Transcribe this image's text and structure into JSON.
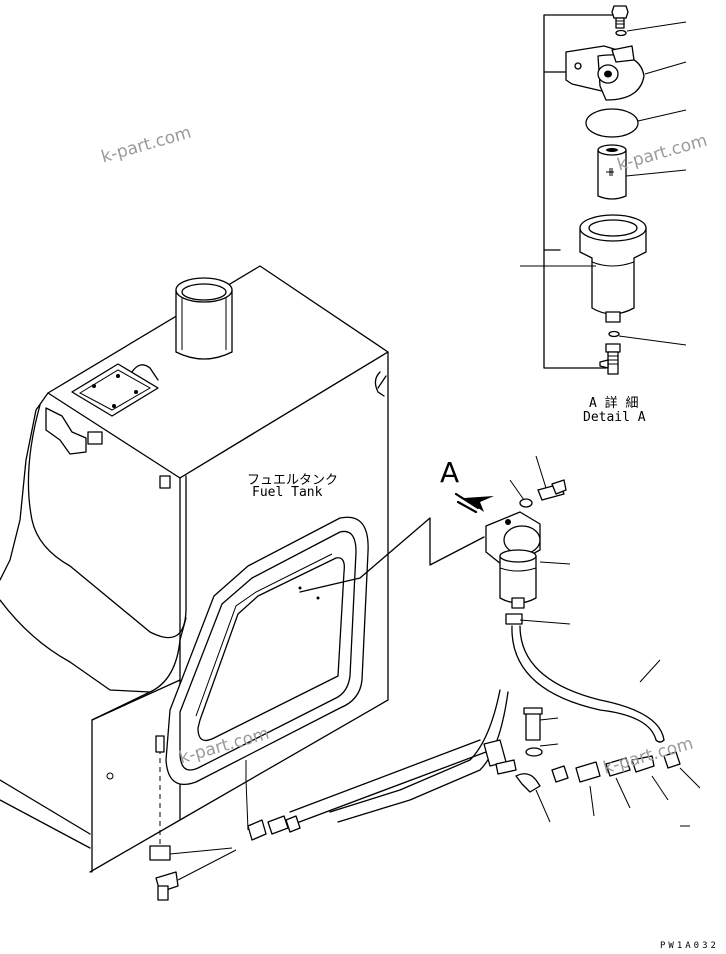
{
  "labels": {
    "fuel_tank_jp": "フュエルタンク",
    "fuel_tank_en": "Fuel Tank",
    "detail_a_jp": "A 詳 細",
    "detail_a_en": "Detail A",
    "view_letter": "A",
    "drawing_code": "PW1A032"
  },
  "watermarks": [
    "k-part.com",
    "k-part.com",
    "k-part.com",
    "k-part.com"
  ]
}
